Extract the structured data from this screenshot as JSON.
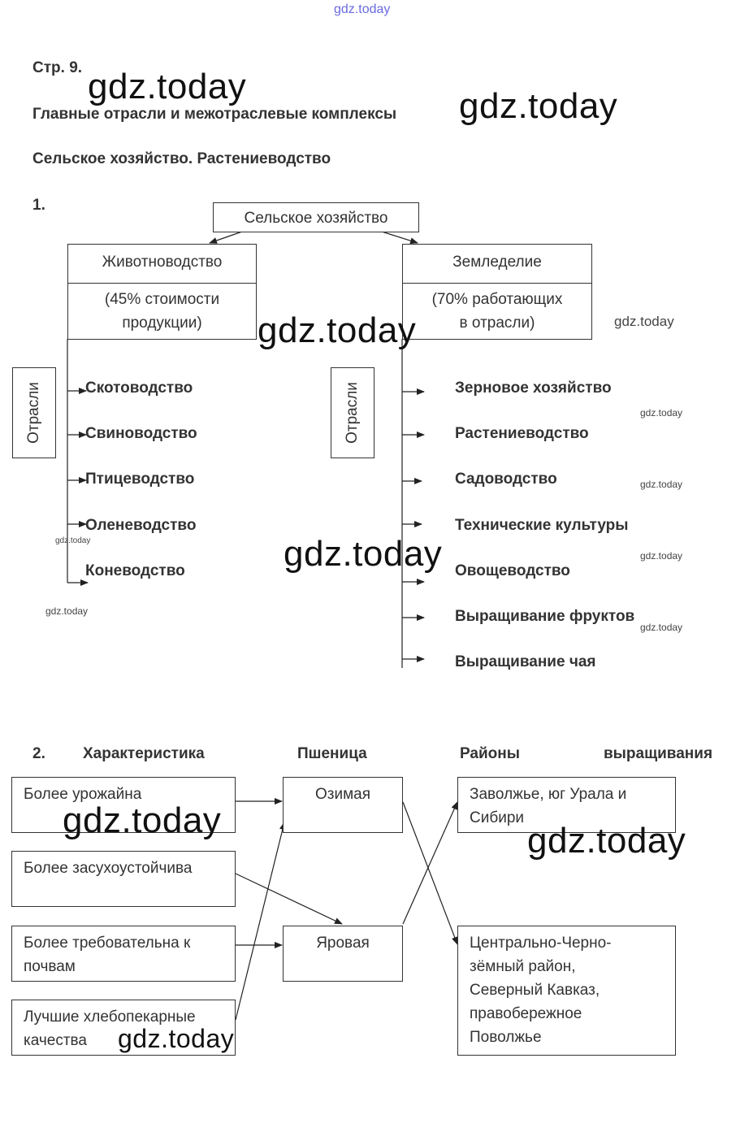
{
  "watermark": "gdz.today",
  "page": "Стр. 9.",
  "title": "Главные отрасли и межотраслевые комплексы",
  "subtitle": "Сельское хозяйство. Растениеводство",
  "task1": {
    "number": "1.",
    "root": "Сельское хозяйство",
    "left": {
      "title": "Животноводство",
      "note_line1": "(45% стоимости",
      "note_line2": "продукции)"
    },
    "right": {
      "title": "Земледелие",
      "note_line1": "(70% работающих",
      "note_line2": "в отрасли)"
    },
    "branches_label": "Отрасли",
    "left_items": [
      "Скотоводство",
      "Свиноводство",
      "Птицеводство",
      "Оленеводство",
      "Коневодство"
    ],
    "right_items": [
      "Зерновое хозяйство",
      "Растениеводство",
      "Садоводство",
      "Технические культуры",
      "Овощеводство",
      "Выращивание фруктов",
      "Выращивание чая"
    ]
  },
  "task2": {
    "number": "2.",
    "headers": {
      "characteristic": "Характеристика",
      "wheat": "Пшеница",
      "regions": "Районы",
      "growing": "выращивания"
    },
    "characteristics": [
      {
        "line1": "Более урожайна",
        "line2": ""
      },
      {
        "line1": "Более засухоустойчива",
        "line2": ""
      },
      {
        "line1": "Более требовательна к",
        "line2": "почвам"
      },
      {
        "line1": "Лучшие хлебопекарные",
        "line2": "качества"
      }
    ],
    "wheat_types": [
      "Озимая",
      "Яровая"
    ],
    "regions": [
      [
        "Заволжье, юг Урала и",
        "Сибири"
      ],
      [
        "Центрально-Черно-",
        "зёмный район,",
        "Северный Кавказ,",
        "правобережное",
        "Поволжье"
      ]
    ]
  }
}
